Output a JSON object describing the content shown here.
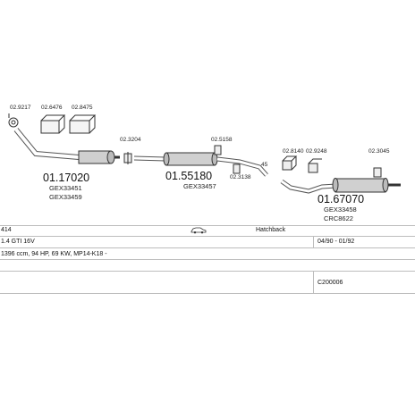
{
  "parts": {
    "left_top_1": "02.9217",
    "left_top_2": "02.6476",
    "left_top_3": "02.8475",
    "front_cat_number": "01.17020",
    "front_cat_ref1": "GEX33451",
    "front_cat_ref2": "GEX33459",
    "clamp_1": "02.3204",
    "mid_top": "02.5158",
    "mid_number": "01.55180",
    "mid_ref": "GEX33457",
    "mid_bottom": "02.3138",
    "mid_right": "45",
    "rear_top_1": "02.8140",
    "rear_top_2": "02.9248",
    "rear_top_3": "02.3045",
    "rear_number": "01.67070",
    "rear_ref1": "GEX33458",
    "rear_ref2": "CRC8622"
  },
  "vehicle": {
    "model": "414",
    "body": "Hatchback",
    "engine": "1.4 GTI 16V",
    "years": "04/90 - 01/92",
    "spec": "1396 ccm, 94 HP, 69 KW, MP14-K18 -",
    "code": "C200006"
  },
  "icons": {
    "car": "car-icon"
  }
}
